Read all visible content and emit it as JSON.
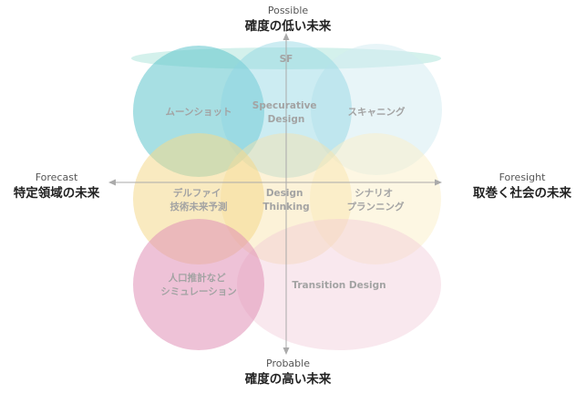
{
  "poles": {
    "top": {
      "en": "Possible",
      "ja": "確度の低い未来"
    },
    "bottom": {
      "en": "Probable",
      "ja": "確度の高い未来"
    },
    "left": {
      "en": "Forecast",
      "ja": "特定領域の未来"
    },
    "right": {
      "en": "Foresight",
      "ja": "取巻く社会の未来"
    }
  },
  "regions": [
    {
      "id": "sf",
      "lines": [
        "SF"
      ],
      "color": "#6fcfbf",
      "opacity": 0.3
    },
    {
      "id": "moonshot",
      "lines": [
        "ムーンショット"
      ],
      "color": "#5fc4cc",
      "opacity": 0.55
    },
    {
      "id": "speculative",
      "lines": [
        "Specurative",
        "Design"
      ],
      "color": "#8fd4e2",
      "opacity": 0.45
    },
    {
      "id": "scanning",
      "lines": [
        "スキャニング"
      ],
      "color": "#d2ecf2",
      "opacity": 0.5
    },
    {
      "id": "delphi",
      "lines": [
        "デルファイ",
        "技術未来予測"
      ],
      "color": "#f4d98c",
      "opacity": 0.55
    },
    {
      "id": "design_thinking",
      "lines": [
        "Design",
        "Thinking"
      ],
      "color": "#f8e3a8",
      "opacity": 0.45
    },
    {
      "id": "scenario",
      "lines": [
        "シナリオ",
        "プランニング"
      ],
      "color": "#fbefc8",
      "opacity": 0.5
    },
    {
      "id": "simulation",
      "lines": [
        "人口推計など",
        "シミュレーション"
      ],
      "color": "#e08fb6",
      "opacity": 0.55
    },
    {
      "id": "transition",
      "lines": [
        "Transition Design"
      ],
      "color": "#f1c7d6",
      "opacity": 0.42
    }
  ],
  "axis_color": "#aaaaaa"
}
